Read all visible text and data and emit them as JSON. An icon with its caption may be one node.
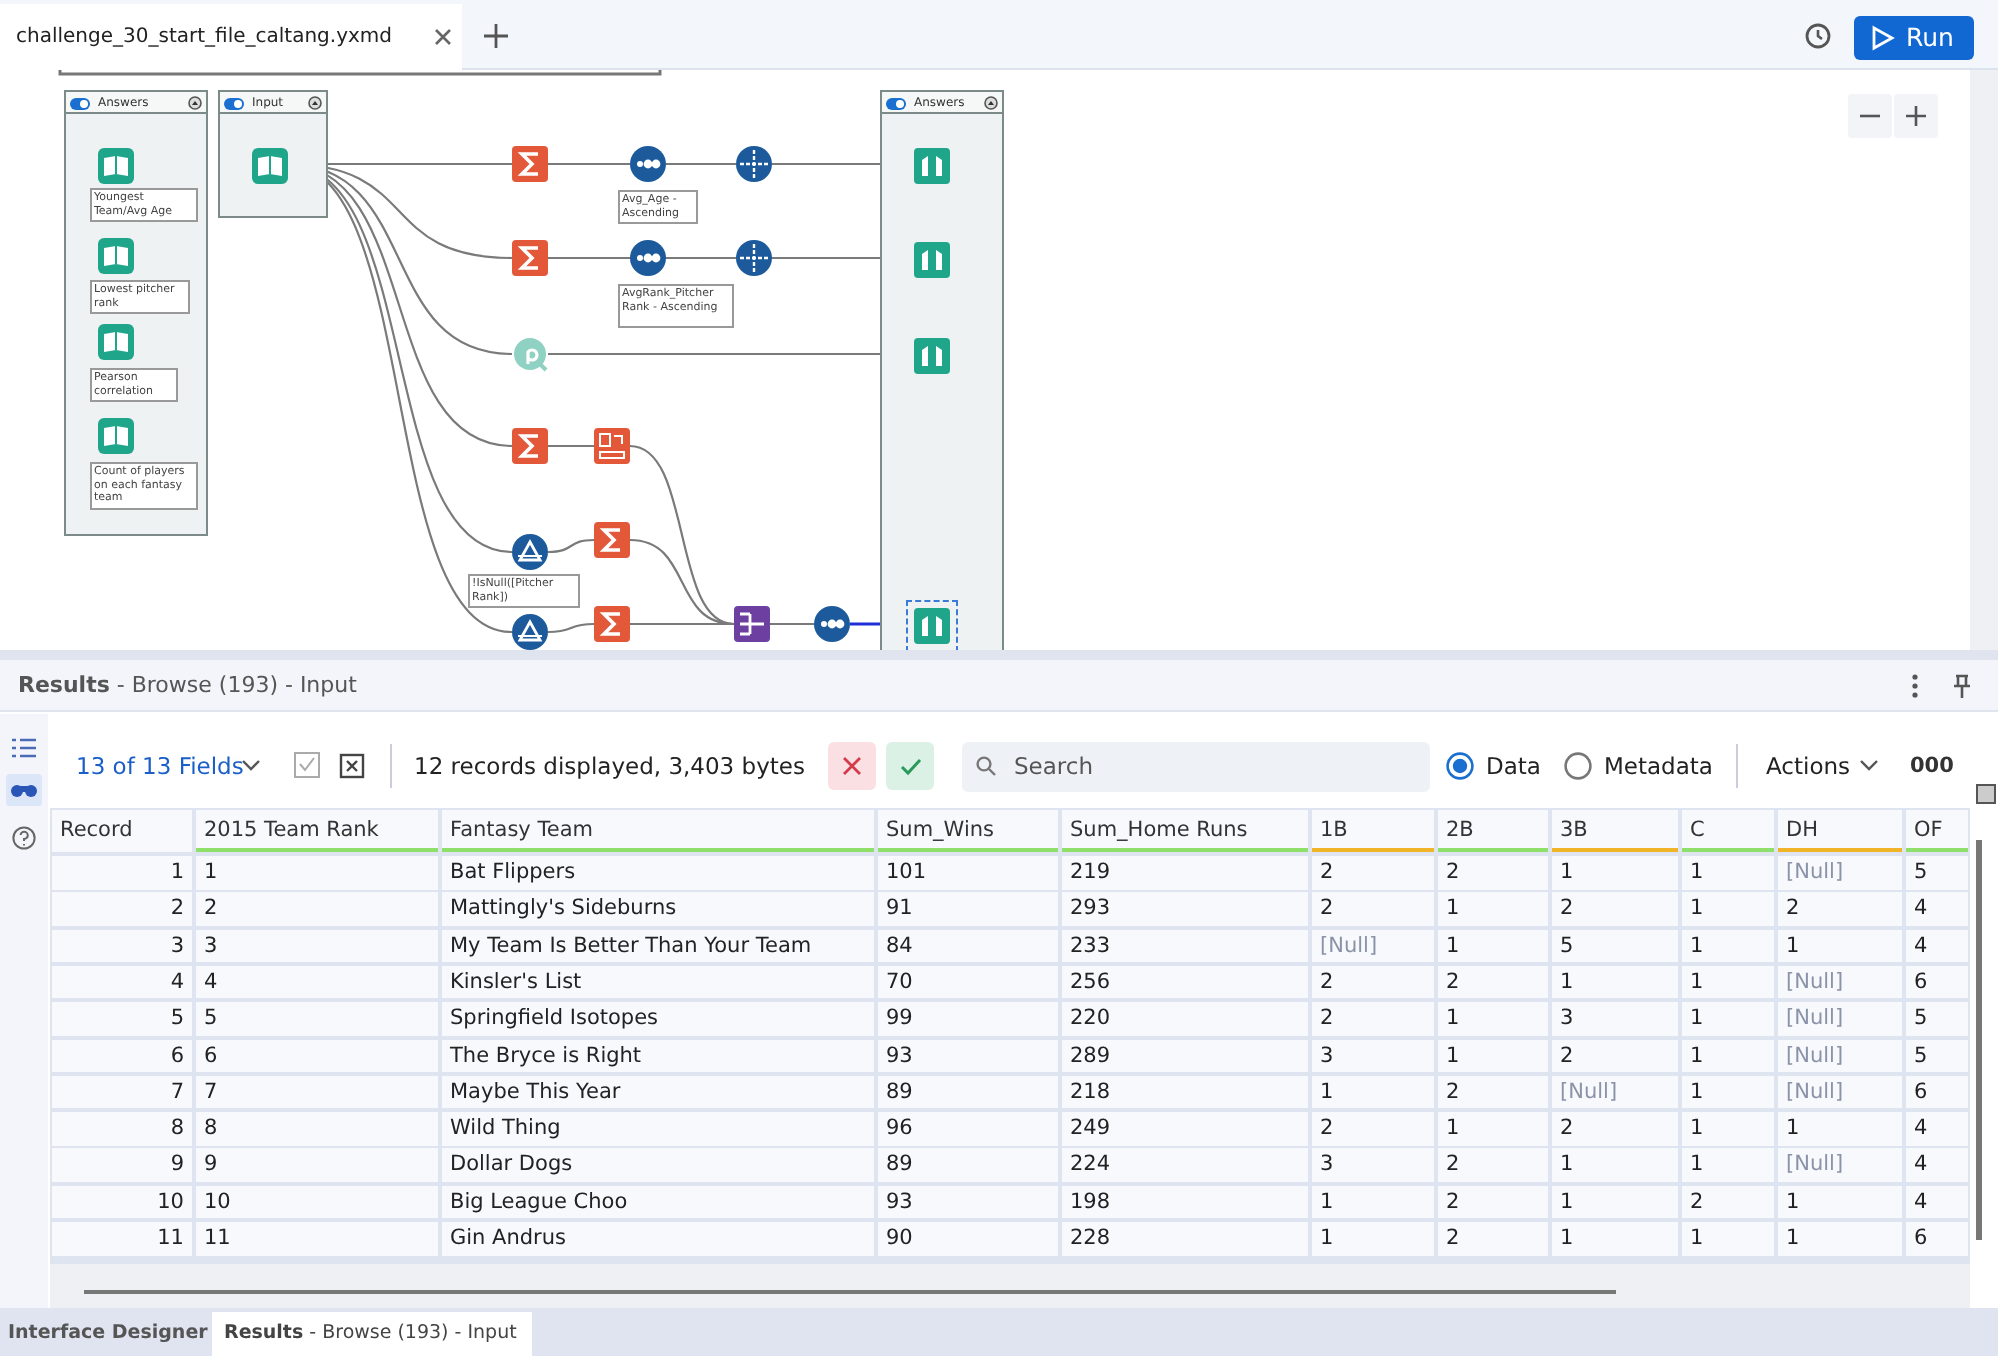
{
  "diagram": {
    "nodes": [
      {
        "text": [
          "Answers"
        ]
      },
      {
        "text": [],
        "shape": "picture",
        "in": 0,
        "beside": [
          "Youngest Team/Avg Age"
        ]
      },
      {
        "text": [],
        "shape": "picture",
        "in": 0,
        "beside": [
          "Lowest pitcher rank"
        ]
      },
      {
        "text": [],
        "shape": "picture",
        "in": 0,
        "beside": [
          "Pearson correlation"
        ]
      },
      {
        "text": [],
        "shape": "picture",
        "in": 0,
        "beside": [
          "Count of players on each fantasy team"
        ]
      },
      {
        "text": [
          "Input"
        ]
      },
      {
        "text": [],
        "shape": "picture",
        "in": 5
      },
      {
        "text": [
          "Answers"
        ]
      },
      {
        "text": [],
        "shape": "picture"
      },
      {
        "text": [],
        "shape": "picture",
        "beside": [
          "Avg_Age - Ascending"
        ]
      },
      {
        "text": [],
        "shape": "picture"
      },
      {
        "text": [],
        "shape": "picture",
        "in": 7
      },
      {
        "text": [],
        "shape": "picture"
      },
      {
        "text": [],
        "shape": "picture",
        "beside": [
          "AvgRank_Pitcher Rank - Ascending"
        ]
      },
      {
        "text": [],
        "shape": "picture"
      },
      {
        "text": [],
        "shape": "picture",
        "in": 7
      },
      {
        "text": [],
        "shape": "picture"
      },
      {
        "text": [],
        "shape": "picture",
        "in": 7
      },
      {
        "text": [],
        "shape": "picture"
      },
      {
        "text": [],
        "shape": "picture"
      },
      {
        "text": [],
        "shape": "picture",
        "beside": [
          "!IsNull([Pitcher Rank])"
        ]
      },
      {
        "text": [],
        "shape": "picture"
      },
      {
        "text": [],
        "shape": "picture"
      },
      {
        "text": [],
        "shape": "picture"
      },
      {
        "text": [],
        "shape": "picture"
      },
      {
        "text": [],
        "shape": "picture"
      },
      {
        "text": [],
        "shape": "picture",
        "in": 7
      }
    ],
    "edges": [
      {
        "from": 6,
        "to": 8,
        "arrow": "none"
      },
      {
        "from": 8,
        "to": 9,
        "arrow": "none"
      },
      {
        "from": 9,
        "to": 10,
        "arrow": "none"
      },
      {
        "from": 10,
        "to": 11,
        "arrow": "none"
      },
      {
        "from": 6,
        "to": 12,
        "arrow": "none"
      },
      {
        "from": 12,
        "to": 13,
        "arrow": "none"
      },
      {
        "from": 13,
        "to": 14,
        "arrow": "none"
      },
      {
        "from": 14,
        "to": 15,
        "arrow": "none"
      },
      {
        "from": 6,
        "to": 16,
        "arrow": "none"
      },
      {
        "from": 16,
        "to": 17,
        "arrow": "none"
      },
      {
        "from": 6,
        "to": 18,
        "arrow": "none"
      },
      {
        "from": 18,
        "to": 19,
        "arrow": "none"
      },
      {
        "from": 6,
        "to": 20,
        "arrow": "none"
      },
      {
        "from": 20,
        "to": 21,
        "arrow": "none"
      },
      {
        "from": 6,
        "to": 22,
        "arrow": "none"
      },
      {
        "from": 22,
        "to": 23,
        "arrow": "none"
      },
      {
        "from": 19,
        "to": 24,
        "arrow": "none"
      },
      {
        "from": 21,
        "to": 24,
        "arrow": "none"
      },
      {
        "from": 23,
        "to": 24,
        "arrow": "none"
      },
      {
        "from": 24,
        "to": 25,
        "arrow": "none"
      },
      {
        "from": 25,
        "to": 26,
        "arrow": "none",
        "color": "#1f2fd8"
      }
    ],
    "labels": [
      "challenge_30_start_file_caltang.yxmd",
      "Run",
      "**Results** - Browse (193) - Input",
      "13 of 13 Fields",
      "12 records displayed, 3,403 bytes",
      "Search",
      "Data",
      "Metadata",
      "Actions",
      "000",
      "Record",
      "2015 Team Rank",
      "Fantasy Team",
      "Sum_Wins",
      "Sum_Home Runs",
      "1B",
      "2B",
      "3B",
      "C",
      "DH",
      "OF",
      "1",
      "1",
      "Bat Flippers",
      "101",
      "219",
      "2",
      "2",
      "1",
      "1",
      "[Null]",
      "5",
      "2",
      "2",
      "Mattingly's Sideburns",
      "91",
      "293",
      "2",
      "1",
      "2",
      "1",
      "2",
      "4",
      "3",
      "3",
      "My Team Is Better Than Your Team",
      "84",
      "233",
      "[Null]",
      "1",
      "5",
      "1",
      "1",
      "4",
      "4",
      "4",
      "Kinsler's List",
      "70",
      "256",
      "2",
      "2",
      "1",
      "1",
      "[Null]",
      "6",
      "5",
      "5",
      "Springfield Isotopes",
      "99",
      "220",
      "2",
      "1",
      "3",
      "1",
      "[Null]",
      "5",
      "6",
      "6",
      "The Bryce is Right",
      "93",
      "289",
      "3",
      "1",
      "2",
      "1",
      "[Null]",
      "5",
      "7",
      "7",
      "Maybe This Year",
      "89",
      "218",
      "1",
      "2",
      "[Null]",
      "1",
      "[Null]",
      "6",
      "8",
      "8",
      "Wild Thing",
      "96",
      "249",
      "2",
      "1",
      "2",
      "1",
      "1",
      "4",
      "9",
      "9",
      "Dollar Dogs",
      "89",
      "224",
      "3",
      "2",
      "1",
      "1",
      "[Null]",
      "4",
      "10",
      "10",
      "Big League Choo",
      "93",
      "198",
      "1",
      "2",
      "1",
      "2",
      "1",
      "4",
      "11",
      "11",
      "Gin Andrus",
      "90",
      "228",
      "1",
      "2",
      "1",
      "1",
      "1",
      "6",
      "Interface Designer",
      "**Results** - Browse (193) - Input"
    ]
  }
}
